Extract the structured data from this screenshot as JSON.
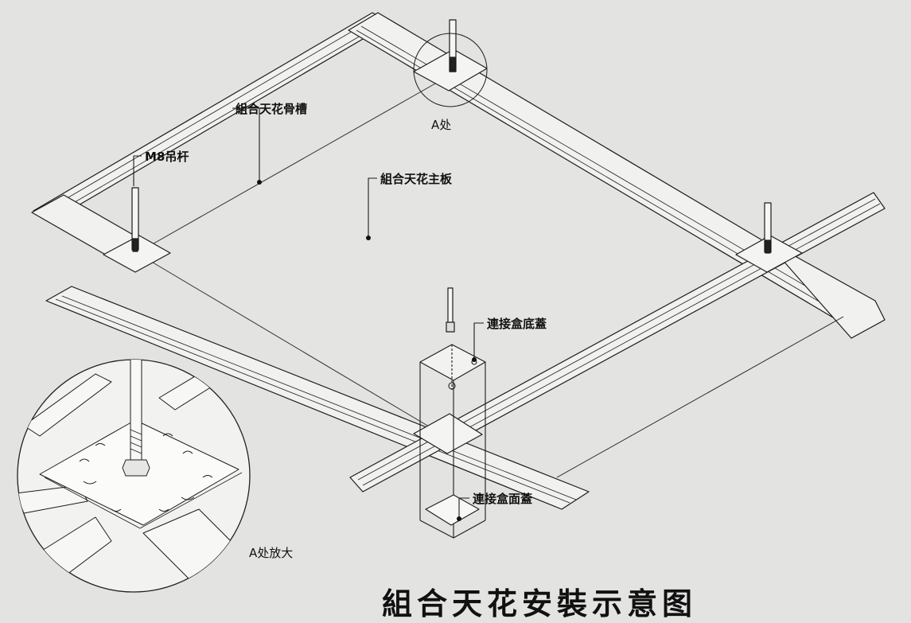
{
  "labels": {
    "beam": "組合天花骨槽",
    "rod": "M8吊杆",
    "panel": "組合天花主板",
    "point_a": "A处",
    "bottom_cover": "連接盒底蓋",
    "top_cover": "連接盒面蓋",
    "zoom": "A处放大"
  },
  "title": "組合天花安裝示意图"
}
